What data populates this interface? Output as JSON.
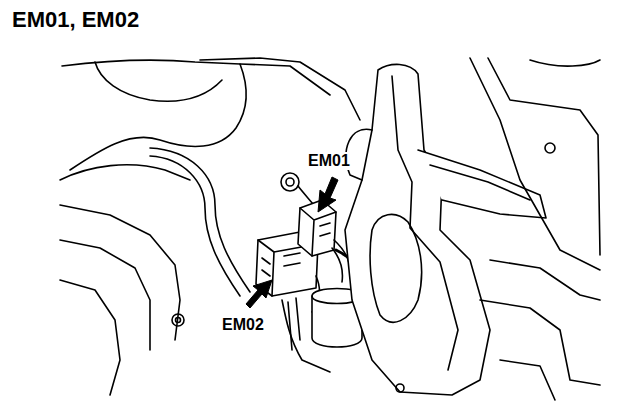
{
  "diagram": {
    "title": "EM01, EM02",
    "labels": [
      "EM01",
      "EM02"
    ]
  }
}
